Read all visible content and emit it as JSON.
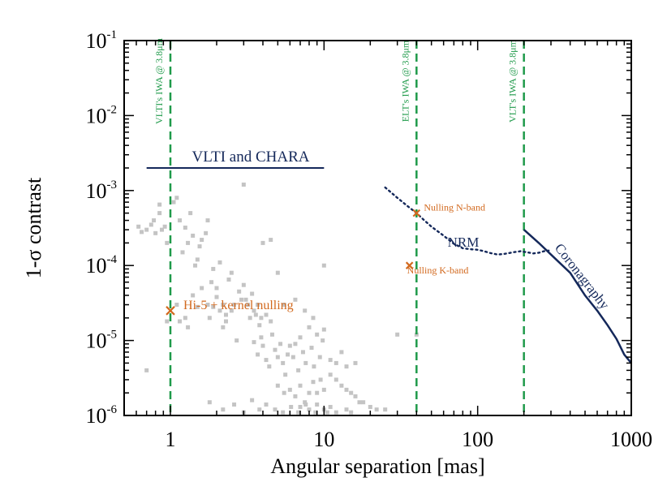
{
  "chart_data": {
    "type": "scatter",
    "xlabel": "Angular separation [mas]",
    "ylabel": "1-σ contrast",
    "x_scale": "log",
    "y_scale": "log",
    "xlim": [
      0.5,
      1000
    ],
    "ylim": [
      1e-06,
      0.1
    ],
    "x_ticks": [
      {
        "value": 1,
        "label": "1"
      },
      {
        "value": 10,
        "label": "10"
      },
      {
        "value": 100,
        "label": "100"
      },
      {
        "value": 1000,
        "label": "1000"
      }
    ],
    "y_ticks": [
      {
        "value": 0.1,
        "base": "10",
        "exp": "-1"
      },
      {
        "value": 0.01,
        "base": "10",
        "exp": "-2"
      },
      {
        "value": 0.001,
        "base": "10",
        "exp": "-3"
      },
      {
        "value": 0.0001,
        "base": "10",
        "exp": "-4"
      },
      {
        "value": 1e-05,
        "base": "10",
        "exp": "-5"
      },
      {
        "value": 1e-06,
        "base": "10",
        "exp": "-6"
      }
    ],
    "colors": {
      "navy": "#14285a",
      "green": "#1f9a4a",
      "orange": "#d2691e",
      "gray": "#c4c4c4",
      "axis": "#000000"
    },
    "vertical_lines": [
      {
        "x": 1,
        "label": "VLTI's IWA @ 3.8μm"
      },
      {
        "x": 40,
        "label": "ELT's IWA @ 3.8μm"
      },
      {
        "x": 200,
        "label": "VLT's IWA @ 3.8μm"
      }
    ],
    "segments": [
      {
        "label": "VLTI and CHARA",
        "x": [
          0.7,
          10
        ],
        "y": 0.002
      }
    ],
    "curves": [
      {
        "label": "NRM",
        "style": "dotted",
        "points": [
          [
            25,
            0.0011
          ],
          [
            30,
            0.0008
          ],
          [
            35,
            0.00062
          ],
          [
            40,
            0.0005
          ],
          [
            45,
            0.0004
          ],
          [
            50,
            0.00033
          ],
          [
            60,
            0.00025
          ],
          [
            70,
            0.000195
          ],
          [
            80,
            0.00017
          ],
          [
            90,
            0.000165
          ],
          [
            100,
            0.000162
          ],
          [
            110,
            0.000155
          ],
          [
            120,
            0.000147
          ],
          [
            135,
            0.00014
          ],
          [
            150,
            0.000143
          ],
          [
            170,
            0.00015
          ],
          [
            190,
            0.000155
          ],
          [
            210,
            0.00015
          ],
          [
            230,
            0.000145
          ],
          [
            250,
            0.000148
          ],
          [
            270,
            0.000155
          ],
          [
            290,
            0.000158
          ]
        ]
      },
      {
        "label": "Coronagraphy",
        "style": "solid",
        "points": [
          [
            200,
            0.0003
          ],
          [
            250,
            0.0002
          ],
          [
            300,
            0.00014
          ],
          [
            400,
            8e-05
          ],
          [
            500,
            4e-05
          ],
          [
            600,
            2.5e-05
          ],
          [
            700,
            1.6e-05
          ],
          [
            800,
            1.05e-05
          ],
          [
            900,
            6.5e-06
          ],
          [
            1000,
            5e-06
          ]
        ]
      }
    ],
    "markers": [
      {
        "label": "Hi-5 + kernel nulling",
        "x": 1,
        "y": 2.5e-05
      },
      {
        "label": "Nulling N-band",
        "x": 40,
        "y": 0.0005
      },
      {
        "label": "Nulling K-band",
        "x": 36,
        "y": 0.0001
      }
    ],
    "scatter_points": [
      [
        0.62,
        0.00033
      ],
      [
        0.65,
        0.00028
      ],
      [
        0.7,
        0.0003
      ],
      [
        0.75,
        0.00035
      ],
      [
        0.8,
        0.00027
      ],
      [
        0.85,
        0.00065
      ],
      [
        0.88,
        0.0003
      ],
      [
        0.92,
        0.00033
      ],
      [
        0.95,
        0.0002
      ],
      [
        0.85,
        0.0005
      ],
      [
        0.78,
        0.0004
      ],
      [
        1.05,
        0.0007
      ],
      [
        1.1,
        0.0008
      ],
      [
        1.15,
        0.0004
      ],
      [
        1.2,
        0.00015
      ],
      [
        1.25,
        0.00032
      ],
      [
        1.3,
        0.0002
      ],
      [
        1.35,
        0.0005
      ],
      [
        1.4,
        0.00025
      ],
      [
        1.45,
        0.0001
      ],
      [
        1.5,
        0.00012
      ],
      [
        1.55,
        0.00018
      ],
      [
        1.6,
        0.00022
      ],
      [
        1.7,
        0.00027
      ],
      [
        1.75,
        0.0004
      ],
      [
        1.85,
        6e-05
      ],
      [
        1.9,
        9e-05
      ],
      [
        2.0,
        5e-05
      ],
      [
        2.1,
        0.00011
      ],
      [
        2.2,
        3e-05
      ],
      [
        2.3,
        2.2e-05
      ],
      [
        2.4,
        6.5e-05
      ],
      [
        2.5,
        8e-05
      ],
      [
        1.1,
        3e-05
      ],
      [
        1.15,
        1.8e-05
      ],
      [
        1.25,
        2e-05
      ],
      [
        1.3,
        1.5e-05
      ],
      [
        1.4,
        4e-05
      ],
      [
        1.5,
        2.8e-05
      ],
      [
        1.6,
        5e-05
      ],
      [
        1.75,
        3e-05
      ],
      [
        1.8,
        2e-05
      ],
      [
        1.9,
        2.8e-05
      ],
      [
        2.0,
        3.8e-05
      ],
      [
        2.1,
        2.5e-05
      ],
      [
        2.2,
        1.5e-05
      ],
      [
        2.3,
        1.8e-05
      ],
      [
        2.5,
        2.5e-05
      ],
      [
        2.6,
        3e-05
      ],
      [
        2.7,
        1e-05
      ],
      [
        2.8,
        4.5e-05
      ],
      [
        2.9,
        3.5e-05
      ],
      [
        3.0,
        0.0012
      ],
      [
        3.0,
        5.5e-05
      ],
      [
        3.1,
        3.5e-05
      ],
      [
        3.2,
        3e-05
      ],
      [
        3.3,
        2e-05
      ],
      [
        3.4,
        4.2e-05
      ],
      [
        3.5,
        2.5e-05
      ],
      [
        3.6,
        2.2e-05
      ],
      [
        3.7,
        3e-05
      ],
      [
        3.8,
        1.6e-05
      ],
      [
        3.9,
        2e-05
      ],
      [
        4.0,
        0.0002
      ],
      [
        4.2,
        2.2e-05
      ],
      [
        4.5,
        1.8e-05
      ],
      [
        3.5,
        9.5e-06
      ],
      [
        3.7,
        6.5e-06
      ],
      [
        3.9,
        1.1e-05
      ],
      [
        4.0,
        8.5e-06
      ],
      [
        4.2,
        5.5e-06
      ],
      [
        4.4,
        4.5e-06
      ],
      [
        4.6,
        1.2e-05
      ],
      [
        4.8,
        7.5e-06
      ],
      [
        5.0,
        6e-06
      ],
      [
        5.2,
        9e-06
      ],
      [
        5.4,
        5e-06
      ],
      [
        5.6,
        3.5e-06
      ],
      [
        5.8,
        6.5e-06
      ],
      [
        6.0,
        8.5e-06
      ],
      [
        6.3,
        6e-06
      ],
      [
        6.5,
        9e-06
      ],
      [
        6.8,
        4e-06
      ],
      [
        7.0,
        1.1e-05
      ],
      [
        7.3,
        7e-06
      ],
      [
        7.6,
        5e-06
      ],
      [
        8.0,
        1.5e-05
      ],
      [
        8.3,
        8e-06
      ],
      [
        8.6,
        4.5e-06
      ],
      [
        9.0,
        1.2e-05
      ],
      [
        9.4,
        6e-06
      ],
      [
        9.8,
        1e-05
      ],
      [
        5.0,
        2.5e-06
      ],
      [
        5.5,
        2e-06
      ],
      [
        6.0,
        2.2e-06
      ],
      [
        6.5,
        1.8e-06
      ],
      [
        7.0,
        2.5e-06
      ],
      [
        7.5,
        1.5e-06
      ],
      [
        8.0,
        2e-06
      ],
      [
        8.5,
        2.8e-06
      ],
      [
        9.0,
        2e-06
      ],
      [
        9.5,
        3e-06
      ],
      [
        10.0,
        2.2e-06
      ],
      [
        11.0,
        3.5e-06
      ],
      [
        12.0,
        3e-06
      ],
      [
        13.0,
        2.5e-06
      ],
      [
        14.0,
        2.2e-06
      ],
      [
        15.0,
        2e-06
      ],
      [
        16.0,
        1.8e-06
      ],
      [
        17.0,
        1.5e-06
      ],
      [
        4.5,
        0.00022
      ],
      [
        5.0,
        8e-05
      ],
      [
        5.5,
        3e-05
      ],
      [
        6.5,
        3.5e-05
      ],
      [
        7.5,
        2.5e-05
      ],
      [
        8.5,
        2e-05
      ],
      [
        10.0,
        0.0001
      ],
      [
        10.0,
        1.4e-05
      ],
      [
        11.0,
        5.5e-06
      ],
      [
        12.0,
        5e-06
      ],
      [
        13.0,
        7e-06
      ],
      [
        14.0,
        4.5e-06
      ],
      [
        16.0,
        5e-06
      ],
      [
        7.0,
        1.3e-06
      ],
      [
        8.0,
        1.2e-06
      ],
      [
        9.0,
        1.4e-06
      ],
      [
        10.0,
        1.2e-06
      ],
      [
        11.0,
        1.3e-06
      ],
      [
        12.0,
        1.1e-06
      ],
      [
        14.0,
        1.2e-06
      ],
      [
        18.0,
        1.5e-06
      ],
      [
        20.0,
        1.3e-06
      ],
      [
        22.0,
        1.2e-06
      ],
      [
        25.0,
        1.2e-06
      ],
      [
        1.8,
        1.5e-06
      ],
      [
        2.2,
        1.2e-06
      ],
      [
        2.6,
        1.4e-06
      ],
      [
        3.0,
        1.1e-06
      ],
      [
        3.4,
        1.6e-06
      ],
      [
        3.8,
        1.2e-06
      ],
      [
        4.2,
        1.4e-06
      ],
      [
        4.8,
        1.2e-06
      ],
      [
        5.4,
        1.1e-06
      ],
      [
        6.1,
        1.3e-06
      ],
      [
        6.8,
        1.1e-06
      ],
      [
        7.6,
        1.4e-06
      ],
      [
        8.8,
        1.1e-06
      ],
      [
        10.5,
        1.1e-06
      ],
      [
        15.0,
        1.1e-06
      ],
      [
        30.0,
        1.2e-05
      ],
      [
        40.0,
        1.2e-05
      ],
      [
        0.7,
        4e-06
      ],
      [
        0.95,
        1.8e-05
      ]
    ]
  }
}
